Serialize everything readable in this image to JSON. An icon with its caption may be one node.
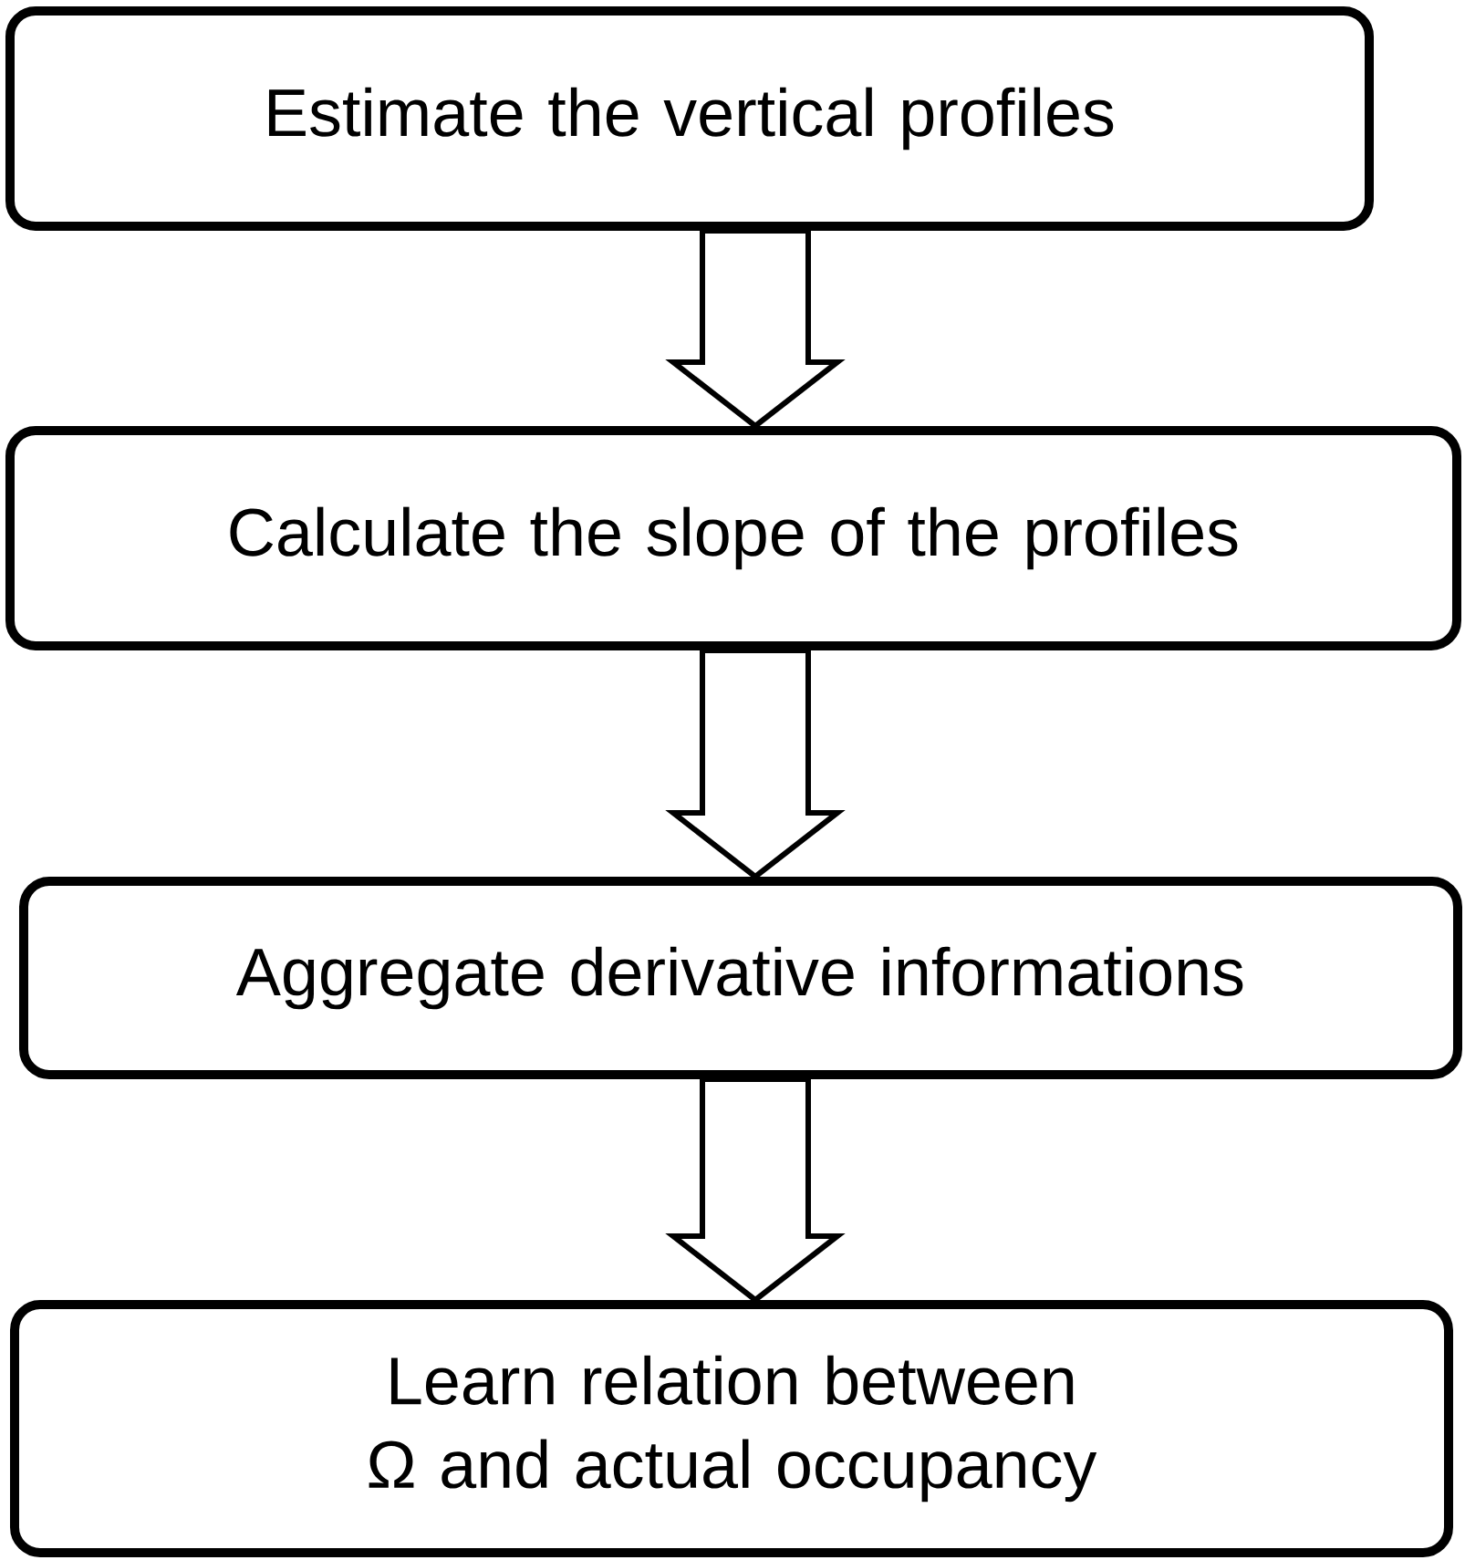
{
  "diagram": {
    "nodes": [
      {
        "text": [
          "Estimate the vertical profiles"
        ]
      },
      {
        "text": [
          "Calculate the slope of the profiles"
        ]
      },
      {
        "text": [
          "Aggregate derivative informations"
        ]
      },
      {
        "text": [
          "Learn relation between Ω and actual occupancy"
        ]
      }
    ],
    "edges": [
      {
        "from": 0,
        "to": 1,
        "arrow": "to"
      },
      {
        "from": 1,
        "to": 2,
        "arrow": "to"
      },
      {
        "from": 2,
        "to": 3,
        "arrow": "to"
      }
    ]
  }
}
